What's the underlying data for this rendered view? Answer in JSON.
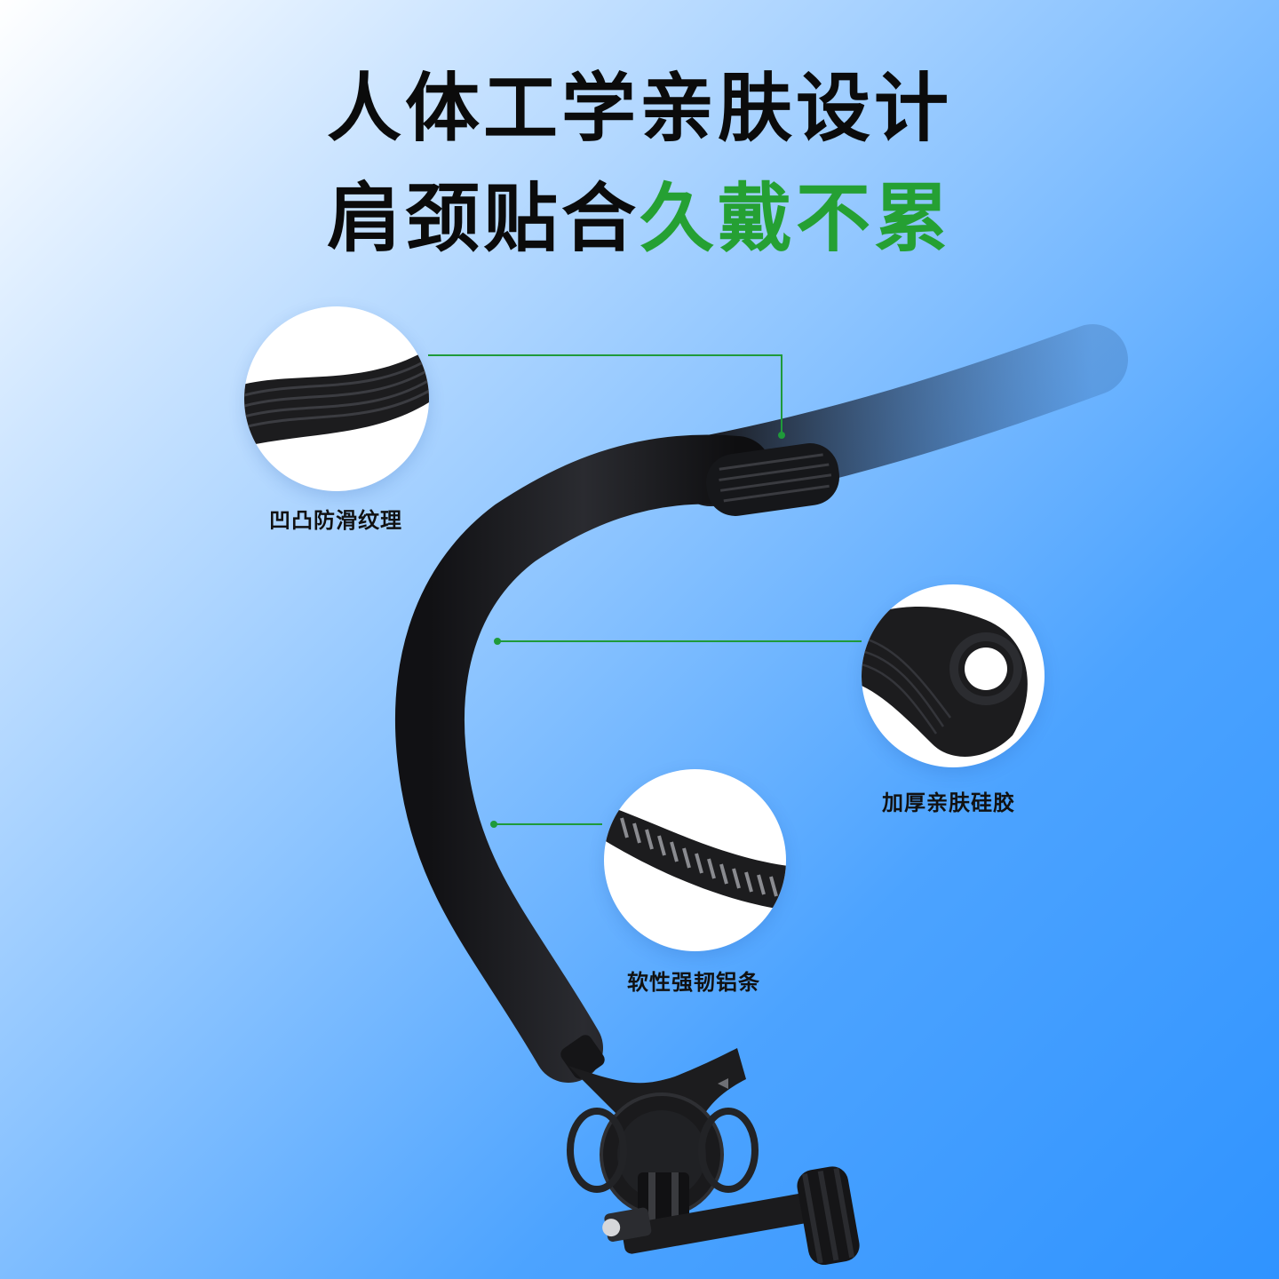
{
  "headline": {
    "line1": "人体工学亲肤设计",
    "line2_main": "肩颈贴合",
    "line2_accent": "久戴不累"
  },
  "features": [
    {
      "label": "凹凸防滑纹理",
      "icon": "textured-band-detail"
    },
    {
      "label": "加厚亲肤硅胶",
      "icon": "silicone-loop-detail"
    },
    {
      "label": "软性强韧铝条",
      "icon": "aluminum-coil-detail"
    }
  ],
  "colors": {
    "accent": "#25a033",
    "callout_line": "#1f9a3a",
    "product": "#1c1c1e",
    "background_start": "#ffffff",
    "background_end": "#2f93ff"
  }
}
